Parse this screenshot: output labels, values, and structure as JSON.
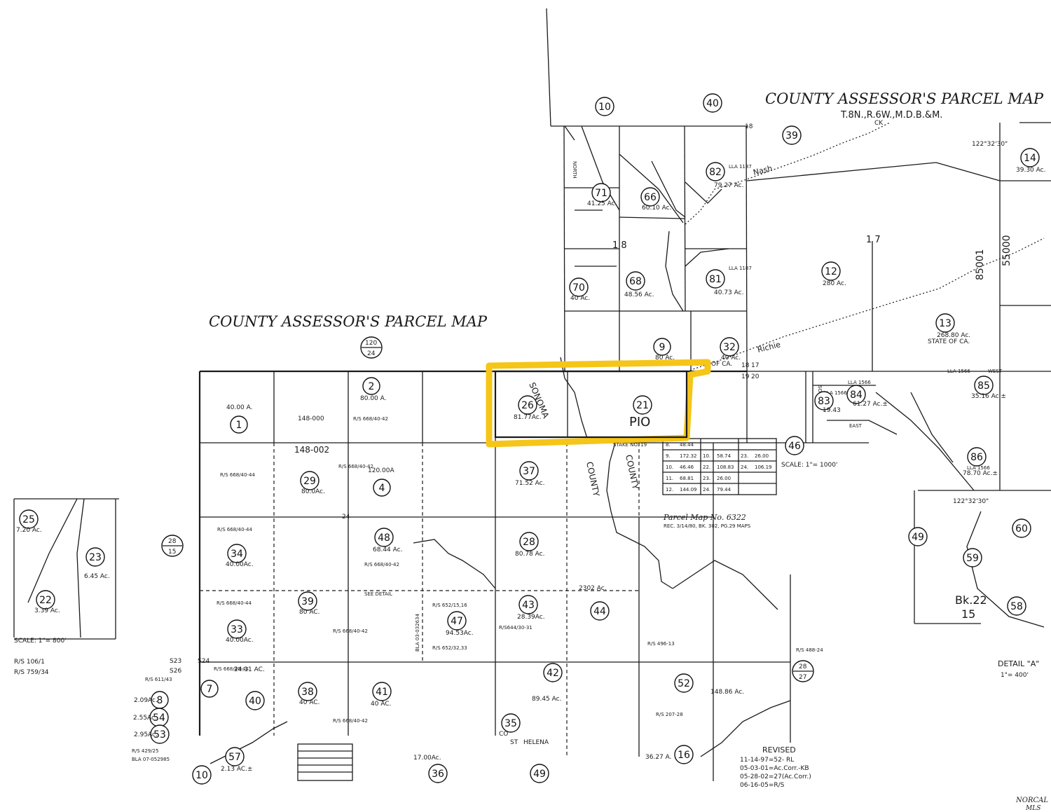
{
  "titles": {
    "top": "COUNTY ASSESSOR'S PARCEL MAP",
    "township": "T.8N.,R.6W.,M.D.B.&M.",
    "mid": "COUNTY ASSESSOR'S PARCEL MAP"
  },
  "book_refs": {
    "top": "120",
    "bottom": "24",
    "left_top": "28",
    "left_bottom": "15",
    "right_top": "28",
    "right_bottom": "27"
  },
  "parcels": [
    {
      "n": "10",
      "acres": ""
    },
    {
      "n": "40",
      "acres": ""
    },
    {
      "n": "39",
      "acres": ""
    },
    {
      "n": "71",
      "acres": "41.25 Ac."
    },
    {
      "n": "66",
      "acres": "60.10 Ac."
    },
    {
      "n": "82",
      "acres": "79.27 Ac."
    },
    {
      "n": "70",
      "acres": "40 Ac."
    },
    {
      "n": "68",
      "acres": "48.56 Ac."
    },
    {
      "n": "81",
      "acres": "40.73 Ac."
    },
    {
      "n": "12",
      "acres": "280 Ac."
    },
    {
      "n": "13",
      "acres": "268.80 Ac."
    },
    {
      "n": "14",
      "acres": "39.30 Ac."
    },
    {
      "n": "9",
      "acres": "80 Ac."
    },
    {
      "n": "32",
      "acres": "40 Ac."
    },
    {
      "n": "1",
      "acres": "40.00 A."
    },
    {
      "n": "2",
      "acres": "80.00 A."
    },
    {
      "n": "26",
      "acres": "81.77Ac."
    },
    {
      "n": "21",
      "acres": ""
    },
    {
      "n": "4",
      "acres": "120.00A"
    },
    {
      "n": "29",
      "acres": "80.0Ac."
    },
    {
      "n": "37",
      "acres": "71.52 Ac."
    },
    {
      "n": "34",
      "acres": "40.00Ac."
    },
    {
      "n": "48",
      "acres": "68.44 Ac."
    },
    {
      "n": "28",
      "acres": "80.78 Ac."
    },
    {
      "n": "39",
      "acres": "80 AC."
    },
    {
      "n": "33",
      "acres": "40.00Ac."
    },
    {
      "n": "47",
      "acres": "94.53Ac."
    },
    {
      "n": "43",
      "acres": "28.39Ac."
    },
    {
      "n": "44",
      "acres": "2302 Ac."
    },
    {
      "n": "38",
      "acres": "40 AC."
    },
    {
      "n": "41",
      "acres": "40 AC."
    },
    {
      "n": "42",
      "acres": "89.45 Ac."
    },
    {
      "n": "52",
      "acres": "148.86 Ac."
    },
    {
      "n": "40",
      "acres": "24.11 AC."
    },
    {
      "n": "7",
      "acres": ""
    },
    {
      "n": "8",
      "acres": "2.09Ac."
    },
    {
      "n": "54",
      "acres": "2.55Ac."
    },
    {
      "n": "53",
      "acres": "2.95Ac."
    },
    {
      "n": "57",
      "acres": "2.13 AC.±"
    },
    {
      "n": "10",
      "acres": ""
    },
    {
      "n": "35",
      "acres": ""
    },
    {
      "n": "36",
      "acres": "17.00Ac."
    },
    {
      "n": "49",
      "acres": ""
    },
    {
      "n": "16",
      "acres": "36.27 A."
    },
    {
      "n": "46",
      "acres": ""
    },
    {
      "n": "83",
      "acres": "19.43"
    },
    {
      "n": "84",
      "acres": "61.27 Ac.±"
    },
    {
      "n": "85",
      "acres": "35.16 Ac.±"
    },
    {
      "n": "86",
      "acres": "78.70 Ac.±"
    },
    {
      "n": "25",
      "acres": "7.20 Ac."
    },
    {
      "n": "23",
      "acres": "6.45 Ac."
    },
    {
      "n": "22",
      "acres": "3.39 Ac."
    },
    {
      "n": "60",
      "acres": ""
    },
    {
      "n": "59",
      "acres": ""
    },
    {
      "n": "58",
      "acres": ""
    },
    {
      "n": "49",
      "acres": ""
    }
  ],
  "labels": {
    "nash": "Nash",
    "ck": "CK",
    "richie": "Richie",
    "state_of_ca": "STATE OF CA.",
    "state_of_ca2": "STATE OF CA.",
    "sonoma": "SONOMA",
    "county1": "COUNTY",
    "county2": "COUNTY",
    "pio": "PIO",
    "helena": "HELENA",
    "st": "ST",
    "co": "CO",
    "lla1": "LLA 1187",
    "lla2": "LLA 1187",
    "lla3": "LLA 1566",
    "lla4": "LLA 1566",
    "lla5": "LLA 1566",
    "lla6": "LLA 1566",
    "coord1": "122°32'30\"",
    "coord2": "122°32'30\"",
    "n85001": "85001",
    "n55000": "55000",
    "sec18": "18",
    "sec17a": "17",
    "sec17b": "17",
    "sec19": "19",
    "sec20": "20",
    "sec1_7": "1 7",
    "sec1_8": "1 8",
    "code148_000": "148-000",
    "code148_002": "148-002",
    "sec24": "24",
    "s23": "S23",
    "s24": "S24",
    "s26": "S26",
    "rs1": "R/S 668/40-42",
    "rs2": "R/S 668/40-42",
    "rs3": "R/S 668/40-44",
    "rs4": "R/S 668/40-44",
    "rs5": "R/S 668/40-42",
    "rs6": "R/S 668/40-44",
    "rs7": "R/S 668/40-42",
    "rs8": "R/S 668/40-42",
    "rs9": "R/S 611/43",
    "rs10": "R/S 429/25",
    "rs11": "R/S 207-28",
    "rs12": "R/S 496-13",
    "rs13": "R/S 488-24",
    "rs14": "R/S644/30-31",
    "rs15": "R/S 652/32,33",
    "rs16": "R/S 652/15,16",
    "rs17": "R/S 668/40-44",
    "bla": "BLA 07-052985",
    "bla2": "BLA 03-032634",
    "scale": "SCALE: 1\"= 1000'",
    "scale_left": "SCALE: 1\"= 800'",
    "rs_left1": "R/S 106/1",
    "rs_left2": "R/S 759/34",
    "parcel_map": "Parcel Map No. 6322",
    "rec": "REC. 3/14/80, BK. 302, PG.29 MAPS",
    "stake": "STAKE NO. 19",
    "see_detail": "SEE DETAIL",
    "bk": "Bk.22",
    "bk15": "15",
    "detail": "DETAIL \"A\"",
    "detail_scale": "1\"= 400'",
    "revised": "REVISED",
    "rev1": "11-14-97=52- RL",
    "rev2": "05-03-01=Ac.Corr.-KB",
    "rev3": "05-28-02=27(Ac.Corr.)",
    "rev4": "06-16-05=R/S",
    "norcal1": "NORCAL",
    "norcal2": "MLS",
    "west": "WEST",
    "north": "NORTH",
    "east": "EAST",
    "south": "SOUTH"
  },
  "table_rows": [
    [
      "8.",
      "48.44",
      "",
      "",
      "",
      ""
    ],
    [
      "9.",
      "172.32",
      "10.",
      "58.74",
      "23.",
      "26.00"
    ],
    [
      "10.",
      "46.46",
      "22.",
      "108.83",
      "24.",
      "106.19"
    ],
    [
      "11.",
      "68.81",
      "23.",
      "26.00",
      "",
      ""
    ],
    [
      "12.",
      "144.09",
      "24.",
      "79.44",
      "",
      ""
    ]
  ],
  "highlight_color": "#f5c518"
}
